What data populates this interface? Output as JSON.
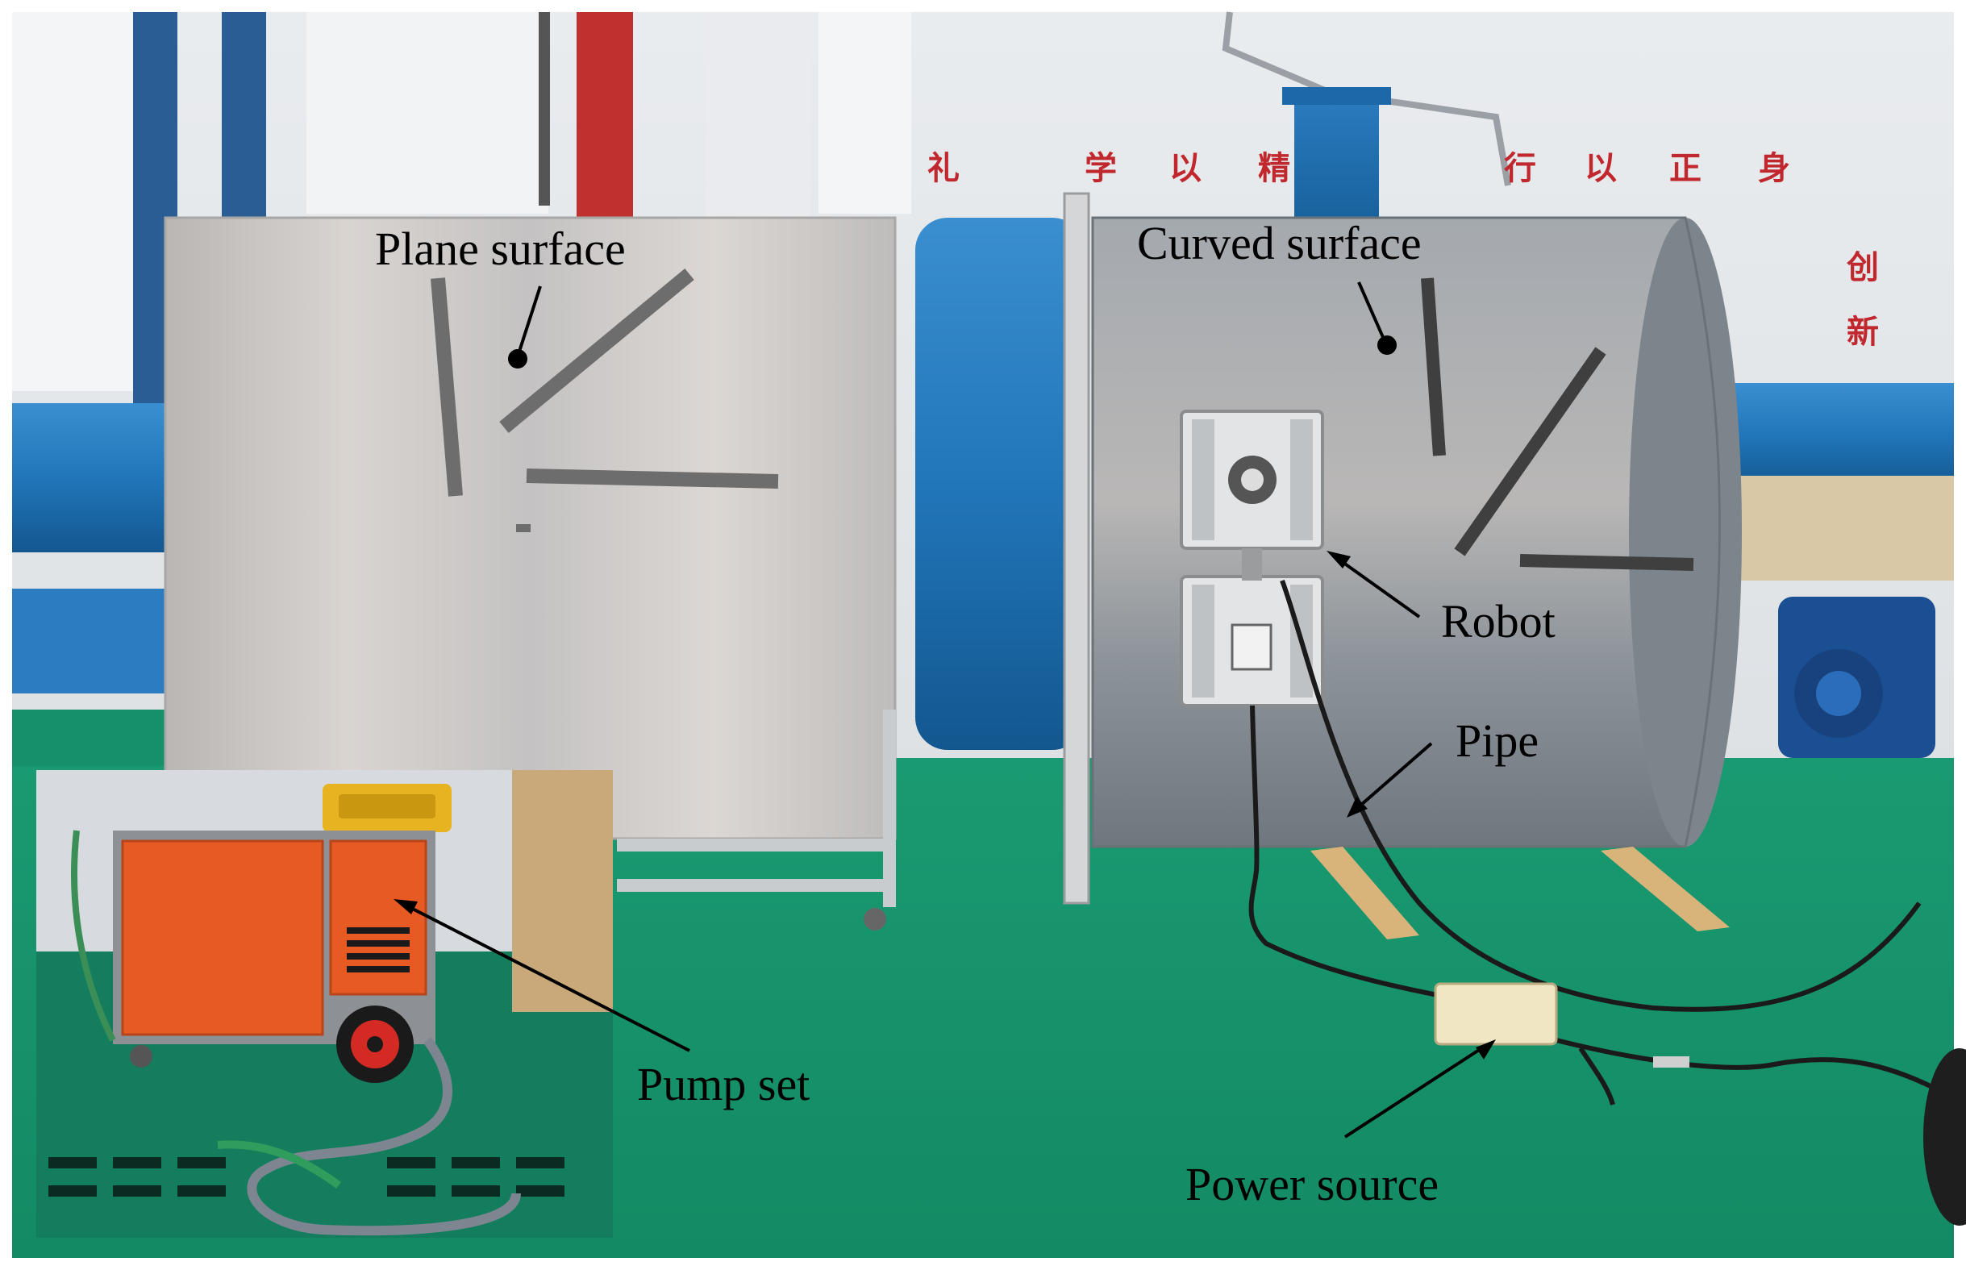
{
  "labels": {
    "plane_surface": "Plane surface",
    "curved_surface": "Curved surface",
    "robot": "Robot",
    "pipe": "Pipe",
    "pump_set": "Pump set",
    "power_source": "Power source"
  },
  "wall_sign": {
    "c1": "礼",
    "c2": "学",
    "c3": "以",
    "c4": "精",
    "c5": "行",
    "c6": "以",
    "c7": "正",
    "c8": "身",
    "c9": "创",
    "c10": "新"
  },
  "colors": {
    "floor_green": "#1fa37a",
    "pipe_blue": "#1f6fb0",
    "plate_gray": "#c8c6c4",
    "tank_gray": "#8f959b",
    "pump_orange": "#e85a24",
    "sign_red": "#c0282d"
  }
}
